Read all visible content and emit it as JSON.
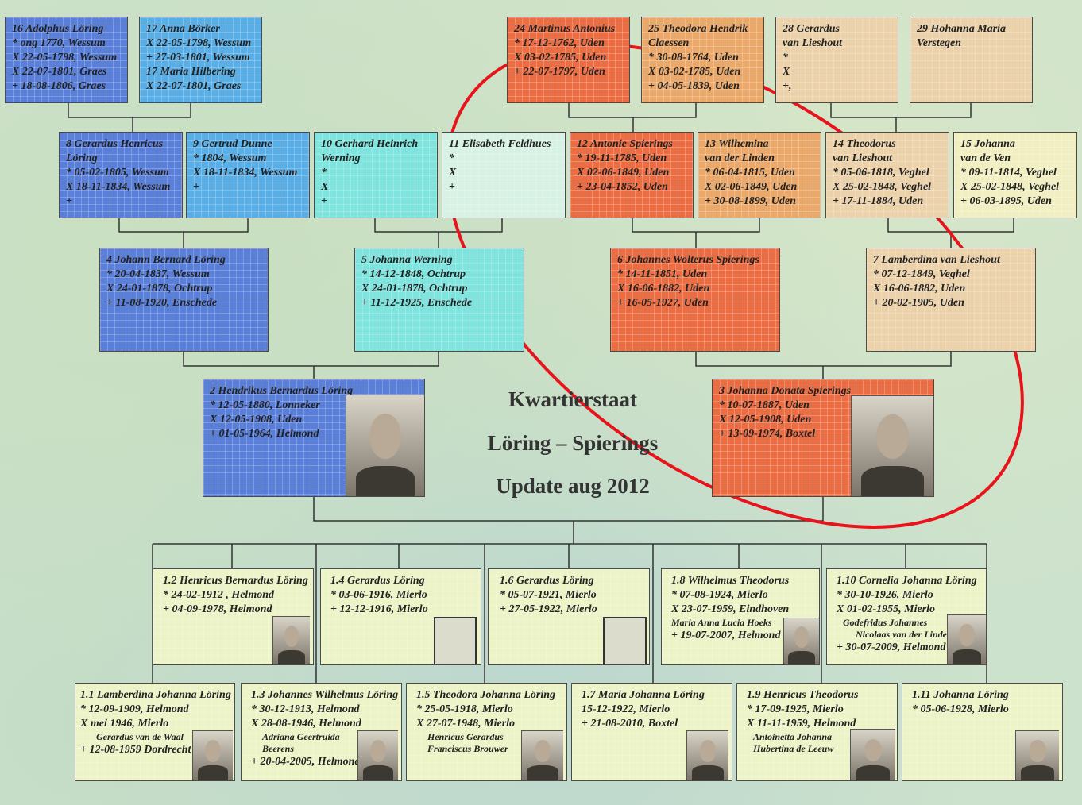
{
  "title": {
    "line1": "Kwartierstaat",
    "line2": "Löring – Spierings",
    "line3": "Update aug 2012"
  },
  "gen5": [
    {
      "lines": [
        "16 Adolphus Löring",
        "* ong 1770, Wessum",
        "X 22-05-1798, Wessum",
        "X 22-07-1801, Graes",
        "+ 18-08-1806, Graes"
      ]
    },
    {
      "lines": [
        "17 Anna Börker",
        "X 22-05-1798, Wessum",
        "+ 27-03-1801, Wessum",
        "17 Maria Hilbering",
        "X 22-07-1801, Graes"
      ]
    },
    {
      "lines": [
        "24 Martinus Antonius",
        "* 17-12-1762, Uden",
        "X 03-02-1785, Uden",
        "+ 22-07-1797, Uden"
      ]
    },
    {
      "lines": [
        "25 Theodora Hendrik",
        "Claessen",
        "* 30-08-1764, Uden",
        "X 03-02-1785, Uden",
        "+ 04-05-1839, Uden"
      ]
    },
    {
      "lines": [
        "28 Gerardus",
        "van Lieshout",
        "*",
        "X",
        "+,"
      ]
    },
    {
      "lines": [
        "29 Hohanna Maria",
        "Verstegen"
      ]
    }
  ],
  "gen4": [
    {
      "lines": [
        "8 Gerardus Henricus",
        "Löring",
        "* 05-02-1805, Wessum",
        "X 18-11-1834, Wessum",
        "+"
      ]
    },
    {
      "lines": [
        "9 Gertrud Dunne",
        "* 1804, Wessum",
        "X 18-11-1834, Wessum",
        "+"
      ]
    },
    {
      "lines": [
        "10 Gerhard Heinrich",
        "Werning",
        "*",
        "X",
        "+"
      ]
    },
    {
      "lines": [
        "11 Elisabeth Feldhues",
        "*",
        "X",
        "+"
      ]
    },
    {
      "lines": [
        "12 Antonie Spierings",
        "* 19-11-1785, Uden",
        "X 02-06-1849, Uden",
        "+ 23-04-1852, Uden"
      ]
    },
    {
      "lines": [
        "13 Wilhemina",
        "van der Linden",
        "* 06-04-1815, Uden",
        "X 02-06-1849, Uden",
        "+ 30-08-1899, Uden"
      ]
    },
    {
      "lines": [
        "14 Theodorus",
        "van Lieshout",
        "* 05-06-1818, Veghel",
        "X 25-02-1848, Veghel",
        "+ 17-11-1884, Uden"
      ]
    },
    {
      "lines": [
        "15 Johanna",
        "van de Ven",
        "* 09-11-1814, Veghel",
        "X 25-02-1848, Veghel",
        "+ 06-03-1895, Uden"
      ]
    }
  ],
  "gen3": [
    {
      "lines": [
        "4 Johann Bernard Löring",
        "* 20-04-1837, Wessum",
        "X 24-01-1878, Ochtrup",
        "+ 11-08-1920, Enschede"
      ]
    },
    {
      "lines": [
        "5 Johanna Werning",
        "* 14-12-1848, Ochtrup",
        "X 24-01-1878, Ochtrup",
        "+ 11-12-1925, Enschede"
      ]
    },
    {
      "lines": [
        "6 Johannes Wolterus Spierings",
        "* 14-11-1851, Uden",
        "X 16-06-1882, Uden",
        "+ 16-05-1927, Uden"
      ]
    },
    {
      "lines": [
        "7 Lamberdina van Lieshout",
        "* 07-12-1849, Veghel",
        "X 16-06-1882, Uden",
        "+ 20-02-1905, Uden"
      ]
    }
  ],
  "gen2": [
    {
      "lines": [
        "2 Hendrikus Bernardus Löring",
        "* 12-05-1880, Lonneker",
        "X 12-05-1908, Uden",
        "+ 01-05-1964, Helmond"
      ]
    },
    {
      "lines": [
        "3 Johanna Donata Spierings",
        "* 10-07-1887, Uden",
        "X 12-05-1908, Uden",
        "+ 13-09-1974, Boxtel"
      ]
    }
  ],
  "children_top": [
    {
      "lines": [
        "1.2 Henricus Bernardus Löring",
        "* 24-02-1912 , Helmond",
        "+ 04-09-1978, Helmond"
      ]
    },
    {
      "lines": [
        "1.4 Gerardus Löring",
        "* 03-06-1916, Mierlo",
        "+ 12-12-1916, Mierlo"
      ]
    },
    {
      "lines": [
        "1.6 Gerardus Löring",
        "* 05-07-1921, Mierlo",
        "+ 27-05-1922, Mierlo"
      ]
    },
    {
      "lines": [
        "1.8 Wilhelmus Theodorus",
        "* 07-08-1924, Mierlo",
        "X 23-07-1959, Eindhoven"
      ],
      "spouse": [
        "Maria Anna Lucia Hoeks"
      ],
      "after": [
        "+ 19-07-2007, Helmond"
      ]
    },
    {
      "lines": [
        "1.10 Cornelia Johanna Löring",
        "* 30-10-1926, Mierlo",
        "X 01-02-1955, Mierlo"
      ],
      "spouse": [
        "Godefridus Johannes",
        "Nicolaas van der Linden"
      ],
      "after": [
        "+ 30-07-2009, Helmond"
      ]
    }
  ],
  "children_bottom": [
    {
      "lines": [
        "1.1 Lamberdina Johanna Löring",
        "* 12-09-1909, Helmond",
        "X  mei 1946, Mierlo"
      ],
      "spouse": [
        "Gerardus van de Waal"
      ],
      "after": [
        "+ 12-08-1959 Dordrecht"
      ]
    },
    {
      "lines": [
        "1.3 Johannes Wilhelmus Löring",
        "* 30-12-1913, Helmond",
        "X 28-08-1946, Helmond"
      ],
      "spouse": [
        "Adriana Geertruida",
        "Beerens"
      ],
      "after": [
        "+ 20-04-2005, Helmond"
      ]
    },
    {
      "lines": [
        "1.5 Theodora Johanna Löring",
        "* 25-05-1918, Mierlo",
        "X 27-07-1948, Mierlo"
      ],
      "spouse": [
        "Henricus Gerardus",
        "Franciscus Brouwer"
      ],
      "after": []
    },
    {
      "lines": [
        "1.7 Maria Johanna Löring",
        "15-12-1922, Mierlo",
        "+ 21-08-2010, Boxtel"
      ],
      "spouse": [],
      "after": []
    },
    {
      "lines": [
        "1.9 Henricus Theodorus",
        "* 17-09-1925, Mierlo",
        "X 11-11-1959, Helmond"
      ],
      "spouse": [
        "Antoinetta Johanna",
        "Hubertina de Leeuw"
      ],
      "after": []
    },
    {
      "lines": [
        "1.11 Johanna Löring",
        "* 05-06-1928, Mierlo"
      ],
      "spouse": [],
      "after": []
    }
  ],
  "highlight_color": "#e8141c"
}
